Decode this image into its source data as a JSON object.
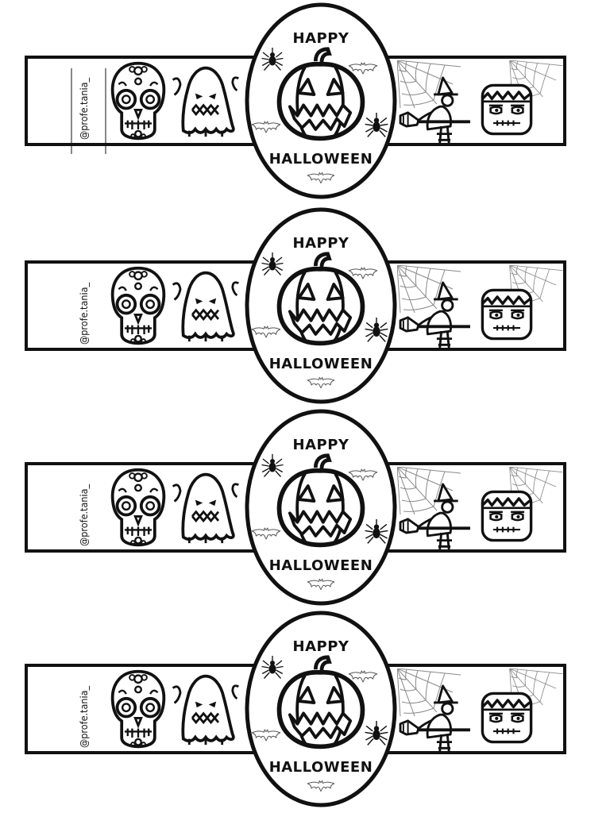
{
  "bands": [
    {
      "credit": "@profe.tania_",
      "top_text": "HAPPY",
      "bottom_text": "HALLOWEEN"
    },
    {
      "credit": "@profe.tania_",
      "top_text": "HAPPY",
      "bottom_text": "HALLOWEEN"
    },
    {
      "credit": "@profe.tania_",
      "top_text": "HAPPY",
      "bottom_text": "HALLOWEEN"
    },
    {
      "credit": "@profe.tania_",
      "top_text": "HAPPY",
      "bottom_text": "HALLOWEEN"
    }
  ],
  "icons": [
    "sugar-skull-icon",
    "ghost-icon",
    "spider-icon",
    "jack-o-lantern-icon",
    "bat-icon",
    "spider-web-icon",
    "witch-icon",
    "frankenstein-icon"
  ],
  "colors": {
    "ink": "#111111",
    "paper": "#ffffff",
    "light-line": "#999999"
  }
}
